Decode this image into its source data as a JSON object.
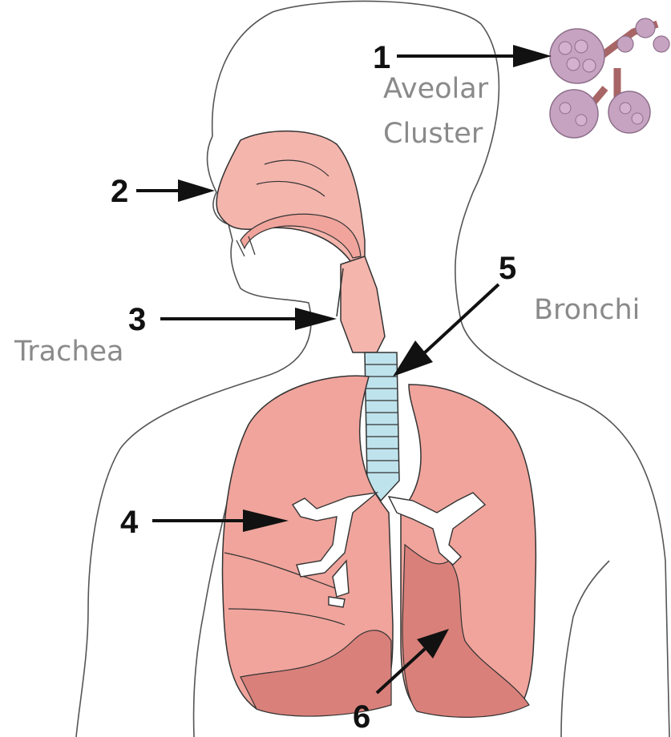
{
  "diagram": {
    "markers": [
      "1",
      "2",
      "3",
      "4",
      "5",
      "6"
    ],
    "labels": {
      "alveolar_line1": "Aveolar",
      "alveolar_line2": "Cluster",
      "trachea": "Trachea",
      "bronchi": "Bronchi"
    },
    "colors": {
      "lung": "#f0a49c",
      "lung_dark": "#d9807a",
      "airway": "#f4b5ad",
      "trachea_rings": "#bfe3ec",
      "outline": "#333333",
      "label_text": "#8a8a8a"
    }
  }
}
